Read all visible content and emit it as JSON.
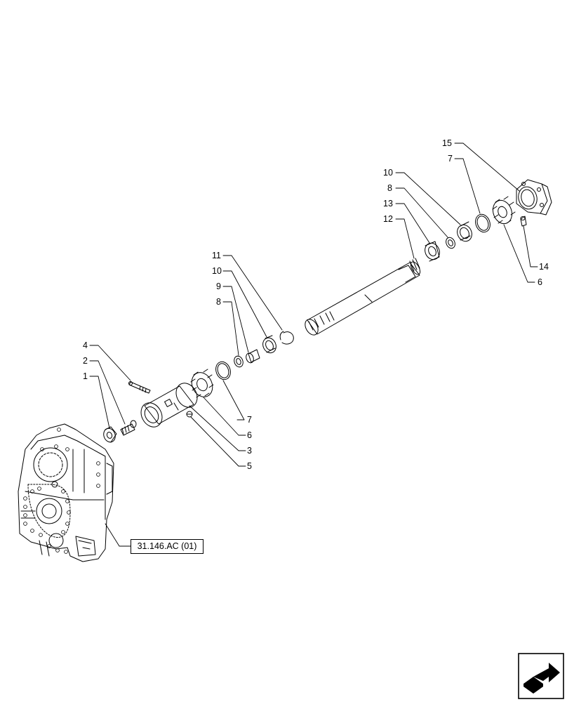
{
  "diagram": {
    "callouts": {
      "c1": "1",
      "c2": "2",
      "c4": "4",
      "c11": "11",
      "c10a": "10",
      "c9": "9",
      "c8a": "8",
      "c7a": "7",
      "c6a": "6",
      "c3": "3",
      "c5": "5",
      "c12": "12",
      "c13": "13",
      "c8b": "8",
      "c10b": "10",
      "c7b": "7",
      "c15": "15",
      "c14": "14",
      "c6b": "6"
    },
    "reference_label": "31.146.AC (01)",
    "nav_icon": "next-page-arrow-icon"
  }
}
